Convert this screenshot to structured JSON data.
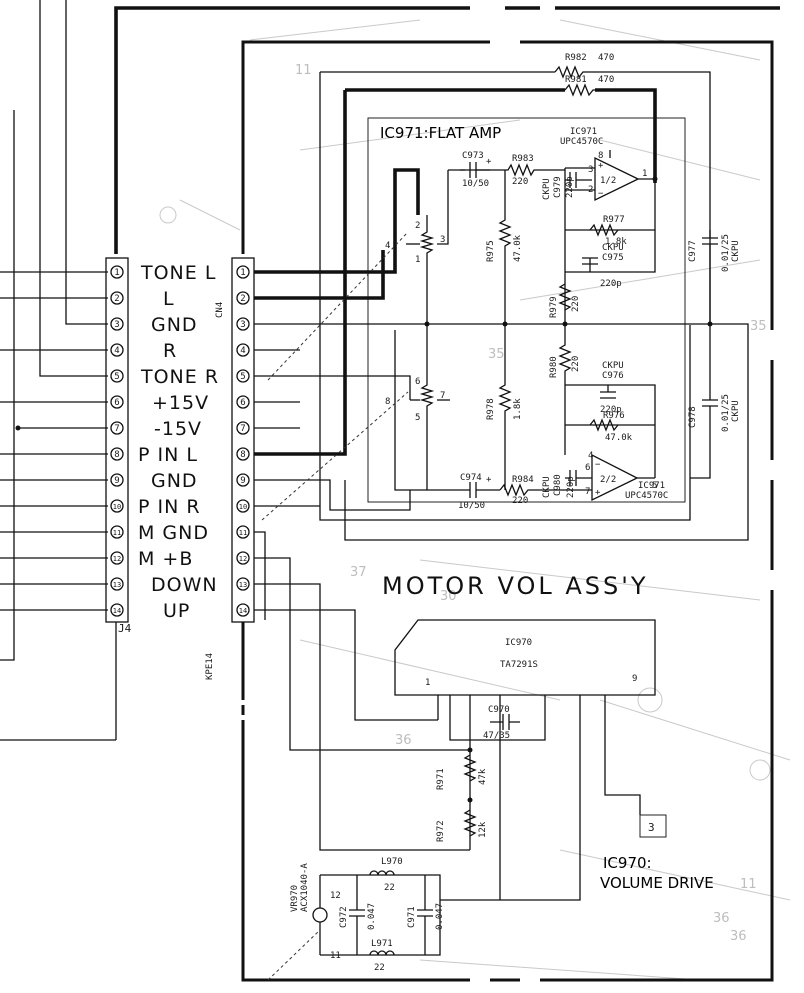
{
  "left_connector": {
    "name": "J4",
    "pins": [
      "1",
      "2",
      "3",
      "4",
      "5",
      "6",
      "7",
      "8",
      "9",
      "10",
      "11",
      "12",
      "13",
      "14"
    ],
    "signals": [
      "TONE L",
      "L",
      "GND",
      "R",
      "TONE R",
      "+15V",
      "-15V",
      "P IN L",
      "GND",
      "P IN R",
      "M GND",
      "M +B",
      "DOWN",
      "UP"
    ]
  },
  "right_connector": {
    "name": "CN4",
    "board_label": "KPE14",
    "pins": [
      "1",
      "2",
      "3",
      "4",
      "5",
      "6",
      "7",
      "8",
      "9",
      "10",
      "11",
      "12",
      "13",
      "14"
    ]
  },
  "flat_amp": {
    "title": "IC971:FLAT AMP",
    "opamp_label": "IC971",
    "opamp_part": "UPC4570C",
    "opamp_top_unit": "1/2",
    "opamp_bottom_unit": "2/2",
    "pin_numbers": [
      "8",
      "3",
      "2",
      "1",
      "4",
      "5",
      "6",
      "7"
    ],
    "resistors": [
      {
        "ref": "R982",
        "value": "470"
      },
      {
        "ref": "R981",
        "value": "470"
      },
      {
        "ref": "R983",
        "value": "220"
      },
      {
        "ref": "R975",
        "value": "47.0k"
      },
      {
        "ref": "R977",
        "value": "1.8k"
      },
      {
        "ref": "R979",
        "value": "220"
      },
      {
        "ref": "R980",
        "value": "220"
      },
      {
        "ref": "R976",
        "value": "47.0k"
      },
      {
        "ref": "R978",
        "value": "1.8k"
      },
      {
        "ref": "R984",
        "value": "220"
      }
    ],
    "capacitors": [
      {
        "ref": "C973",
        "value": "10/50"
      },
      {
        "ref": "C979",
        "value": "220p",
        "type": "CKPU"
      },
      {
        "ref": "C975",
        "value": "220p",
        "type": "CKPU"
      },
      {
        "ref": "C977",
        "value": "0.01/25",
        "type": "CKPU"
      },
      {
        "ref": "C976",
        "value": "220p",
        "type": "CKPU"
      },
      {
        "ref": "C978",
        "value": "0.01/25",
        "type": "CKPU"
      },
      {
        "ref": "C980",
        "value": "220p",
        "type": "CKPU"
      },
      {
        "ref": "C974",
        "value": "10/50"
      }
    ],
    "pot_pins": [
      "4",
      "2",
      "3",
      "1",
      "8",
      "6",
      "7",
      "5"
    ]
  },
  "motor_vol": {
    "title": "MOTOR VOL ASS'Y",
    "ic_ref": "IC970",
    "ic_part": "TA7291S",
    "ic_pin_left": "1",
    "ic_pin_right": "9",
    "cap_ref": "C970",
    "cap_value": "47/35",
    "r971": {
      "ref": "R971",
      "value": "47k"
    },
    "r972": {
      "ref": "R972",
      "value": "12k"
    },
    "l970": {
      "ref": "L970",
      "value": "22"
    },
    "l971": {
      "ref": "L971",
      "value": "22"
    },
    "c972": {
      "ref": "C972",
      "value": "0.047"
    },
    "c971": {
      "ref": "C971",
      "value": "0.047"
    },
    "vr": {
      "ref": "VR970",
      "part": "ACX1040-A",
      "pins": [
        "12",
        "11"
      ]
    },
    "ref_box": "3",
    "drive_title": "IC970:",
    "drive_subtitle": "VOLUME DRIVE"
  },
  "background_ghost_numbers": [
    "11",
    "35",
    "35",
    "36",
    "37",
    "36",
    "11",
    "36",
    "30"
  ]
}
